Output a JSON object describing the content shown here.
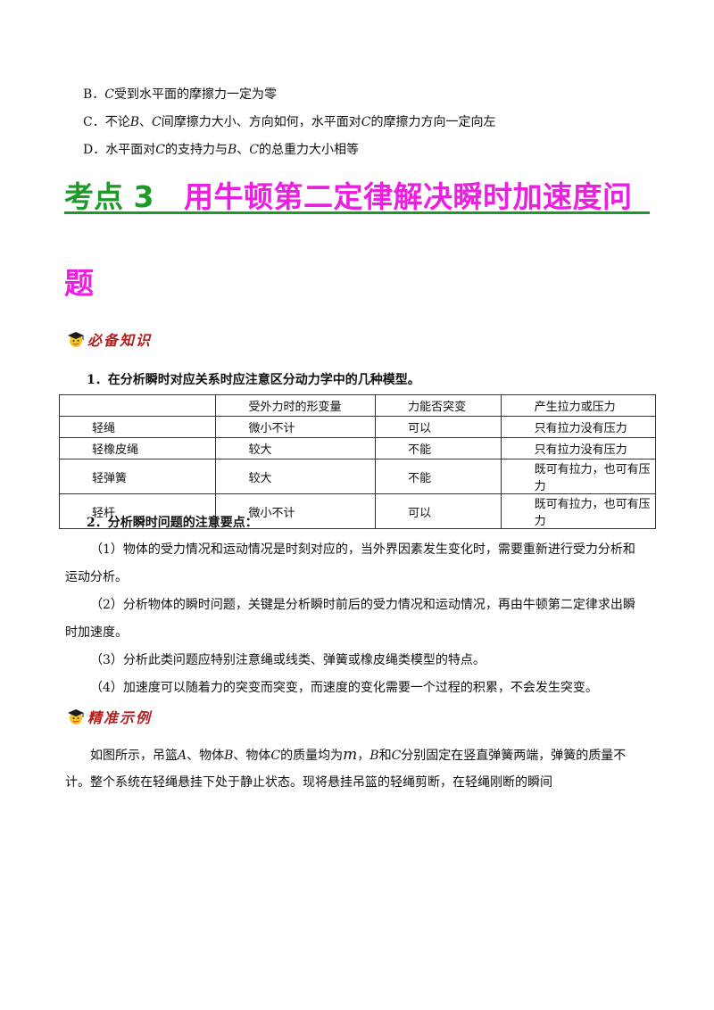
{
  "options": [
    {
      "label": "B．",
      "parts": [
        "",
        "C",
        "受到水平面的摩擦力一定为零"
      ]
    },
    {
      "label": "C．",
      "parts": [
        "不论",
        "B",
        "、",
        "C",
        "间摩擦力大小、方向如何，水平面对",
        "C",
        "的摩擦力方向一定向左"
      ]
    },
    {
      "label": "D．",
      "parts": [
        "水平面对",
        "C",
        "的支持力与",
        "B",
        "、",
        "C",
        "的总重力大小相等"
      ]
    }
  ],
  "section": {
    "number": "考点 3",
    "title_line1": "用牛顿第二定律解决瞬时加速度问",
    "title_line2": "题"
  },
  "badges": {
    "knowledge": "必备知识",
    "example": "精准示例"
  },
  "colors": {
    "title_green": "#1f9a2a",
    "title_magenta": "#ea1fe0",
    "badge_red": "#b11f1f"
  },
  "point1": "1．在分析瞬时对应关系时应注意区分动力学中的几种模型。",
  "table": {
    "headers": [
      "",
      "受外力时的形变量",
      "力能否突变",
      "产生拉力或压力"
    ],
    "rows": [
      [
        "轻绳",
        "微小不计",
        "可以",
        "只有拉力没有压力"
      ],
      [
        "轻橡皮绳",
        "较大",
        "不能",
        "只有拉力没有压力"
      ],
      [
        "轻弹簧",
        "较大",
        "不能",
        "既可有拉力，也可有压力"
      ],
      [
        "轻杆",
        "微小不计",
        "可以",
        "既可有拉力，也可有压力"
      ]
    ]
  },
  "point2": "2．分析瞬时问题的注意要点：",
  "notes": {
    "n1_line1": "（1）物体的受力情况和运动情况是时刻对应的，当外界因素发生变化时，需要重新进行受力分析和",
    "n1_line2": "运动分析。",
    "n2_line1": "（2）分析物体的瞬时问题，关键是分析瞬时前后的受力情况和运动情况，再由牛顿第二定律求出瞬",
    "n2_line2": "时加速度。",
    "n3": "（3）分析此类问题应特别注意绳或线类、弹簧或橡皮绳类模型的特点。",
    "n4": "（4）加速度可以随着力的突变而突变，而速度的变化需要一个过程的积累，不会发生突变。"
  },
  "example": {
    "parts": [
      "如图所示，吊篮",
      "A",
      "、物体",
      "B",
      "、物体",
      "C",
      "的质量均为",
      "m",
      "，",
      "B",
      "和",
      "C",
      "分别固定在竖直弹簧两端，弹簧的质量不"
    ],
    "line2": "计。整个系统在轻绳悬挂下处于静止状态。现将悬挂吊篮的轻绳剪断，在轻绳刚断的瞬间"
  }
}
